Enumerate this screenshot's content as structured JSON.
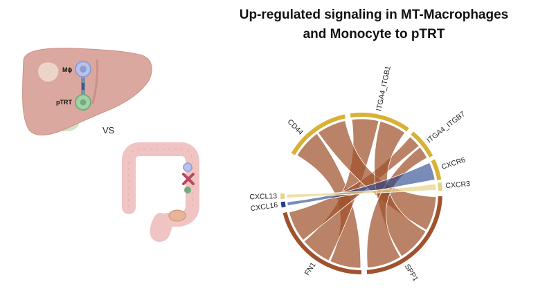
{
  "title": {
    "line1": "Up-regulated signaling in MT-Macrophages",
    "line2": "and Monocyte to pTRT"
  },
  "liver_panel": {
    "macrophage_label": "Mϕ",
    "ptrt_label": "pTRT"
  },
  "vs_label": "VS",
  "chord": {
    "segments": [
      {
        "name": "CD44",
        "color": "#d8b135"
      },
      {
        "name": "ITGA4_ITGB1",
        "color": "#d8b135"
      },
      {
        "name": "ITGA4_ITGB7",
        "color": "#d8b135"
      },
      {
        "name": "CXCR6",
        "color": "#d8b135"
      },
      {
        "name": "CXCR3",
        "color": "#e8d28a"
      },
      {
        "name": "SPP1",
        "color": "#a0522d"
      },
      {
        "name": "FN1",
        "color": "#a0522d"
      },
      {
        "name": "CXCL16",
        "color": "#1f3f8a"
      },
      {
        "name": "CXCL13",
        "color": "#e8d28a"
      }
    ],
    "links": [
      {
        "source": "FN1",
        "target": "CD44",
        "color": "#a0522d"
      },
      {
        "source": "FN1",
        "target": "ITGA4_ITGB1",
        "color": "#a0522d"
      },
      {
        "source": "FN1",
        "target": "ITGA4_ITGB7",
        "color": "#a0522d"
      },
      {
        "source": "SPP1",
        "target": "CD44",
        "color": "#a0522d"
      },
      {
        "source": "SPP1",
        "target": "ITGA4_ITGB1",
        "color": "#a0522d"
      },
      {
        "source": "SPP1",
        "target": "ITGA4_ITGB7",
        "color": "#a0522d"
      },
      {
        "source": "CXCL16",
        "target": "CXCR6",
        "color": "#1f3f8a"
      },
      {
        "source": "CXCL13",
        "target": "CXCR3",
        "color": "#e8d28a"
      }
    ]
  }
}
